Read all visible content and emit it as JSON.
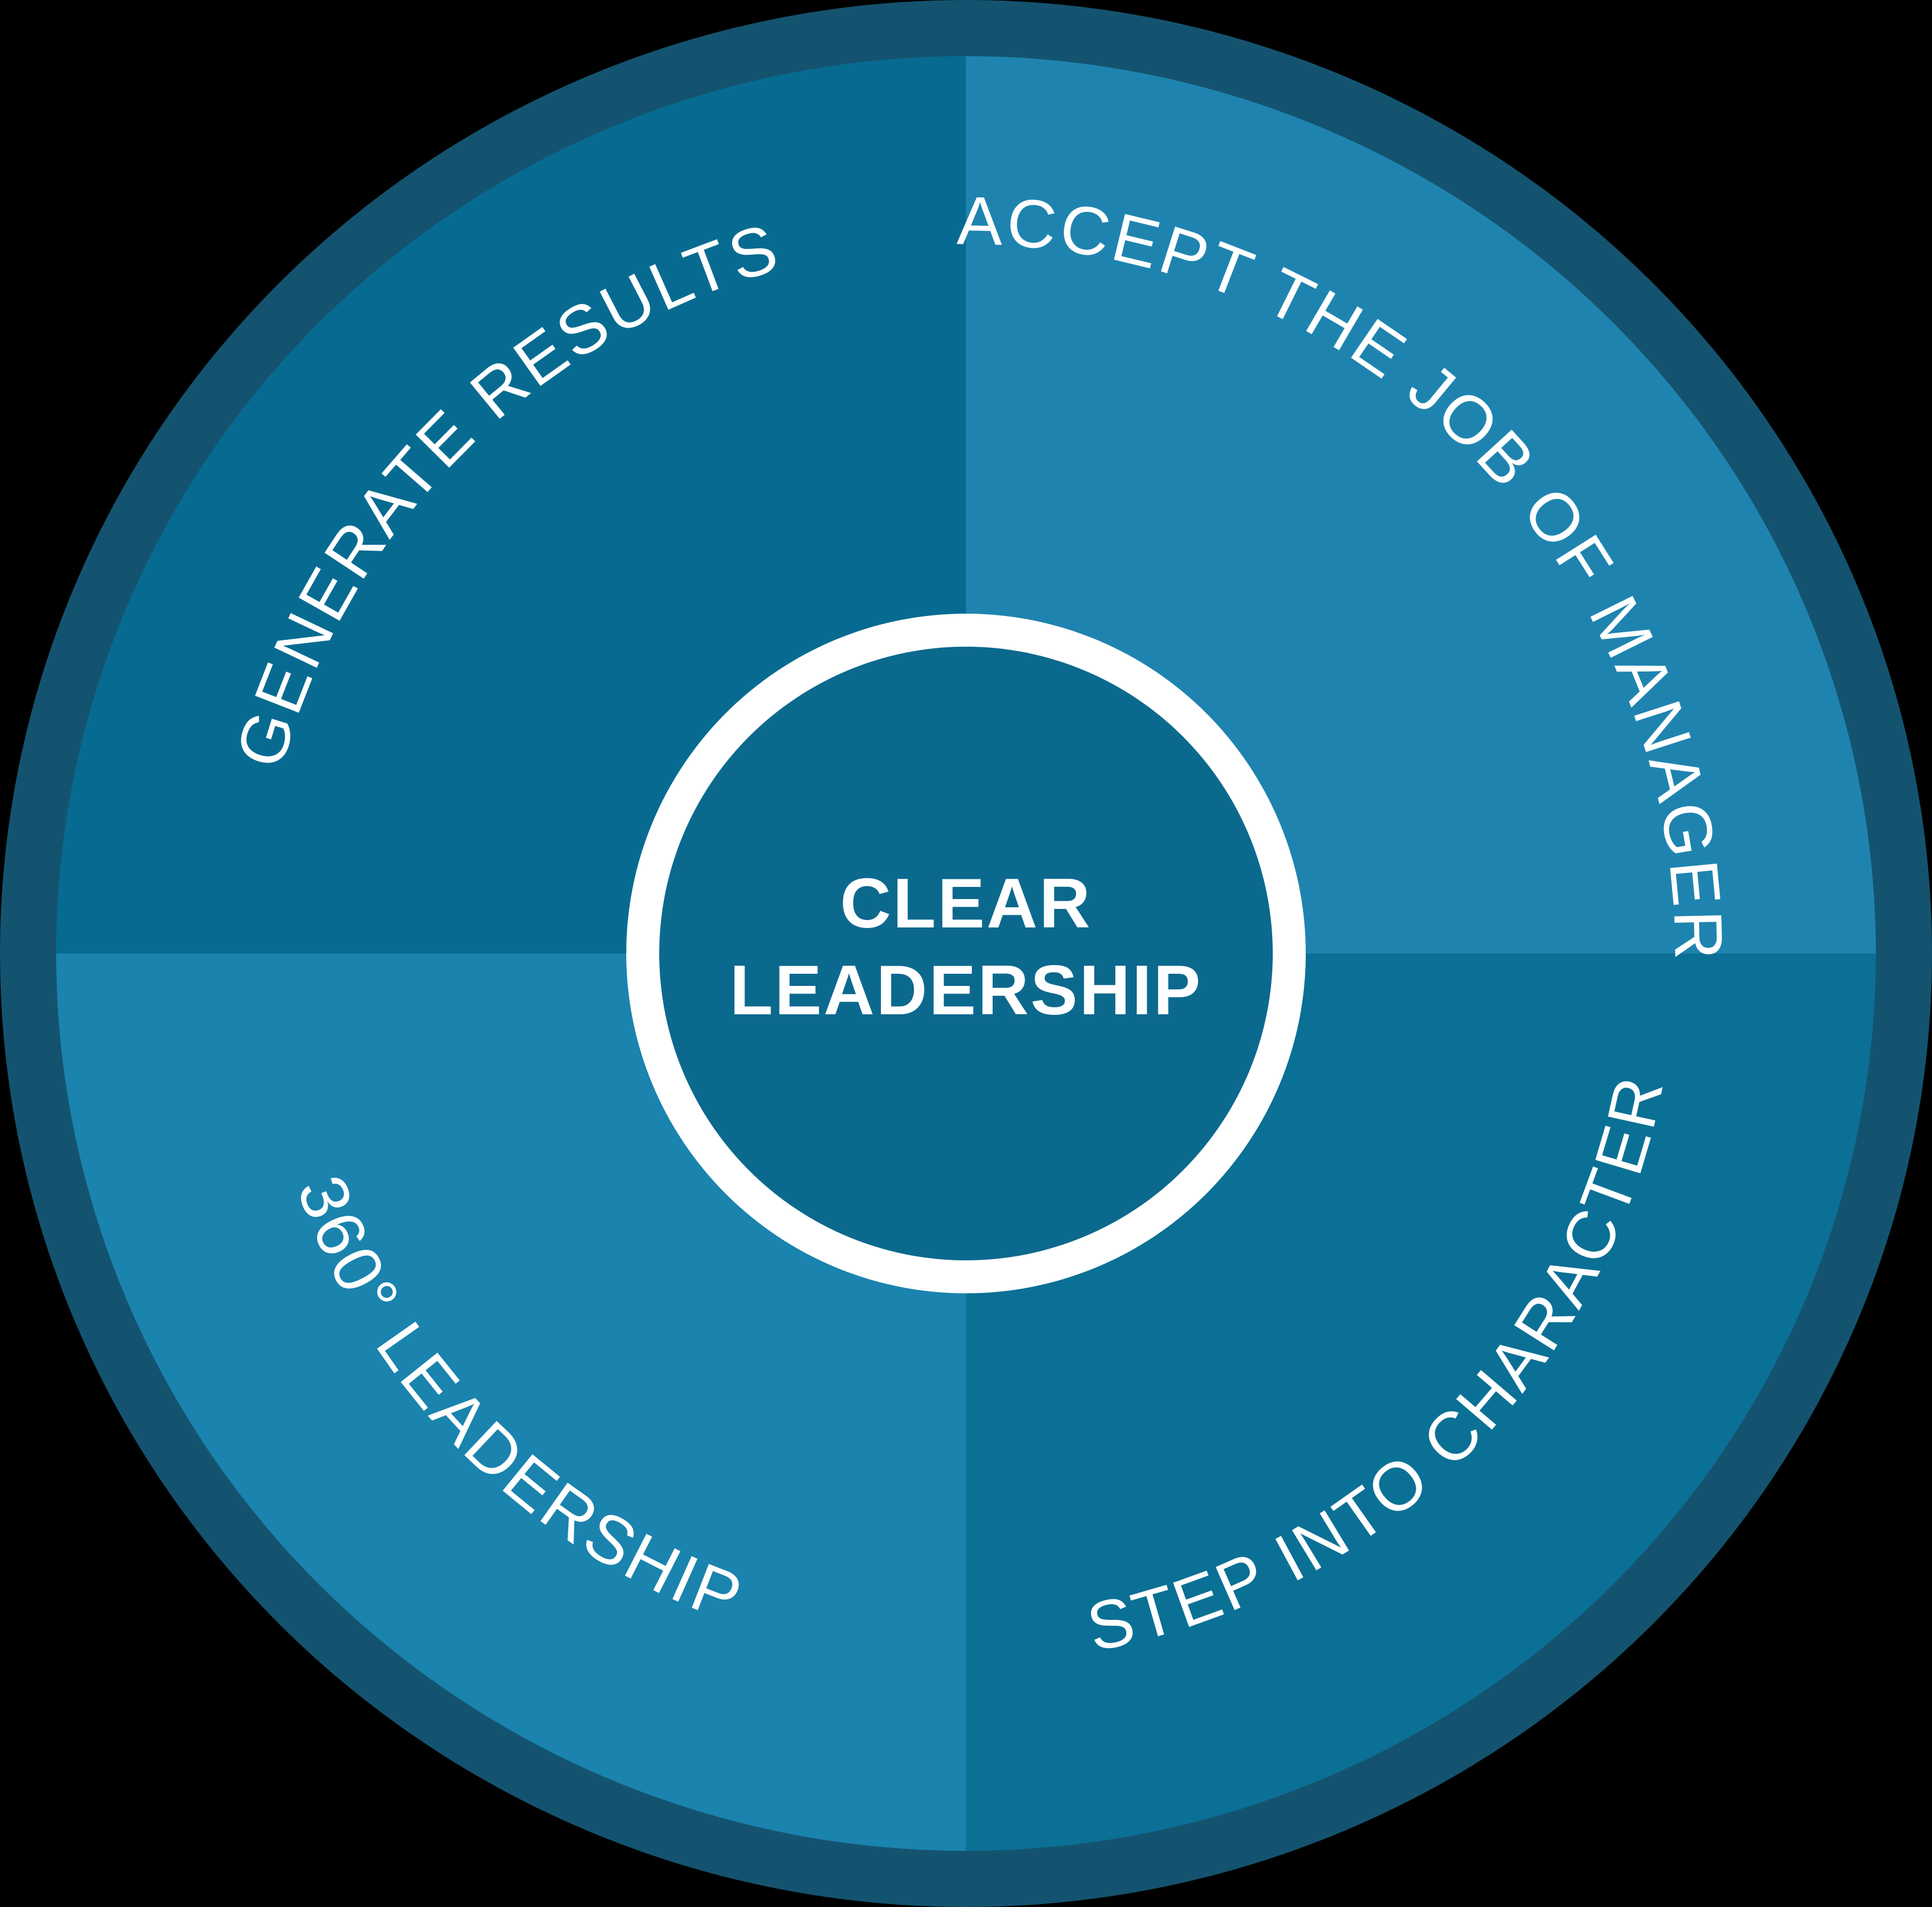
{
  "background_color": "#000000",
  "wheel": {
    "outer_ring_color": "#14536F",
    "label_color": "#FFFFFF",
    "quadrants": {
      "top_left": {
        "label": "GENERATE RESULTS",
        "color": "#076B91"
      },
      "top_right": {
        "label": "ACCEPT THE JOB OF MANAGER",
        "color": "#1E84AF"
      },
      "bottom_right": {
        "label": "STEP INTO CHARACTER",
        "color": "#0B7095"
      },
      "bottom_left": {
        "label": "360° LEADERSHIP",
        "color": "#1A83AE"
      }
    },
    "center": {
      "title_line1": "CLEAR",
      "title_line2": "LEADERSHIP",
      "circle_color": "#0C698E",
      "ring_color": "#FFFFFF",
      "text_color": "#FFFFFF"
    }
  }
}
